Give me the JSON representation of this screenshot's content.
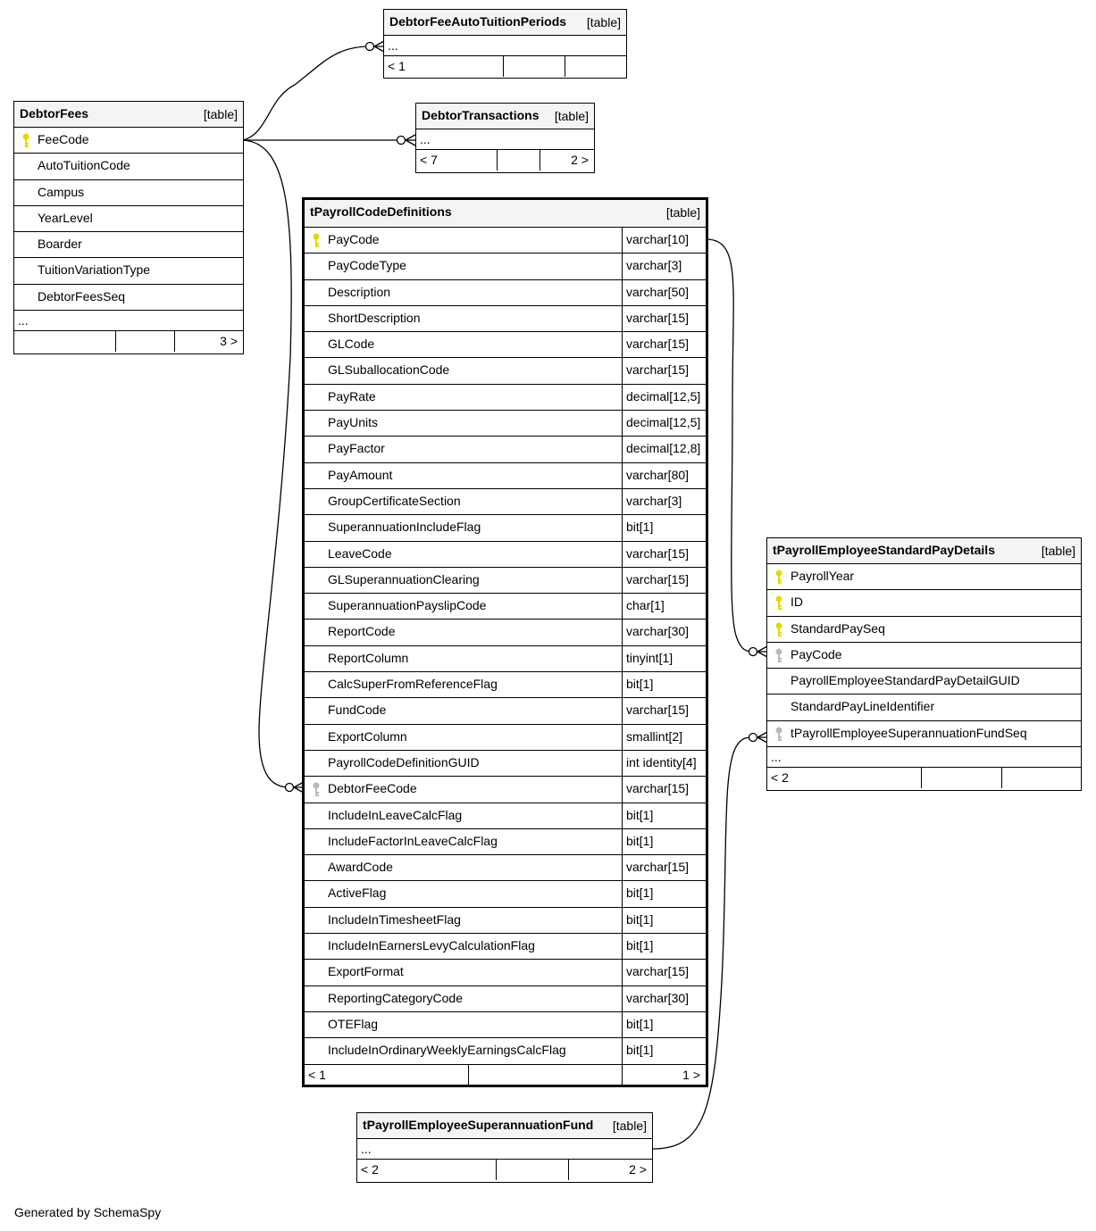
{
  "tables": {
    "debtorFeeAutoTuitionPeriods": {
      "name": "DebtorFeeAutoTuitionPeriods",
      "type": "[table]",
      "ellipsis": "...",
      "foot_left": "< 1",
      "foot_right": ""
    },
    "debtorTransactions": {
      "name": "DebtorTransactions",
      "type": "[table]",
      "ellipsis": "...",
      "foot_left": "< 7",
      "foot_right": "2 >"
    },
    "debtorFees": {
      "name": "DebtorFees",
      "type": "[table]",
      "ellipsis": "...",
      "foot_left": "",
      "foot_right": "3 >",
      "columns": [
        {
          "name": "FeeCode",
          "key": "pk"
        },
        {
          "name": "AutoTuitionCode",
          "key": ""
        },
        {
          "name": "Campus",
          "key": ""
        },
        {
          "name": "YearLevel",
          "key": ""
        },
        {
          "name": "Boarder",
          "key": ""
        },
        {
          "name": "TuitionVariationType",
          "key": ""
        },
        {
          "name": "DebtorFeesSeq",
          "key": ""
        }
      ]
    },
    "tPayrollCodeDefinitions": {
      "name": "tPayrollCodeDefinitions",
      "type": "[table]",
      "foot_left": "< 1",
      "foot_right": "1 >",
      "columns": [
        {
          "name": "PayCode",
          "type": "varchar[10]",
          "key": "pk"
        },
        {
          "name": "PayCodeType",
          "type": "varchar[3]",
          "key": ""
        },
        {
          "name": "Description",
          "type": "varchar[50]",
          "key": ""
        },
        {
          "name": "ShortDescription",
          "type": "varchar[15]",
          "key": ""
        },
        {
          "name": "GLCode",
          "type": "varchar[15]",
          "key": ""
        },
        {
          "name": "GLSuballocationCode",
          "type": "varchar[15]",
          "key": ""
        },
        {
          "name": "PayRate",
          "type": "decimal[12,5]",
          "key": ""
        },
        {
          "name": "PayUnits",
          "type": "decimal[12,5]",
          "key": ""
        },
        {
          "name": "PayFactor",
          "type": "decimal[12,8]",
          "key": ""
        },
        {
          "name": "PayAmount",
          "type": "varchar[80]",
          "key": ""
        },
        {
          "name": "GroupCertificateSection",
          "type": "varchar[3]",
          "key": ""
        },
        {
          "name": "SuperannuationIncludeFlag",
          "type": "bit[1]",
          "key": ""
        },
        {
          "name": "LeaveCode",
          "type": "varchar[15]",
          "key": ""
        },
        {
          "name": "GLSuperannuationClearing",
          "type": "varchar[15]",
          "key": ""
        },
        {
          "name": "SuperannuationPayslipCode",
          "type": "char[1]",
          "key": ""
        },
        {
          "name": "ReportCode",
          "type": "varchar[30]",
          "key": ""
        },
        {
          "name": "ReportColumn",
          "type": "tinyint[1]",
          "key": ""
        },
        {
          "name": "CalcSuperFromReferenceFlag",
          "type": "bit[1]",
          "key": ""
        },
        {
          "name": "FundCode",
          "type": "varchar[15]",
          "key": ""
        },
        {
          "name": "ExportColumn",
          "type": "smallint[2]",
          "key": ""
        },
        {
          "name": "PayrollCodeDefinitionGUID",
          "type": "int identity[4]",
          "key": ""
        },
        {
          "name": "DebtorFeeCode",
          "type": "varchar[15]",
          "key": "fk"
        },
        {
          "name": "IncludeInLeaveCalcFlag",
          "type": "bit[1]",
          "key": ""
        },
        {
          "name": "IncludeFactorInLeaveCalcFlag",
          "type": "bit[1]",
          "key": ""
        },
        {
          "name": "AwardCode",
          "type": "varchar[15]",
          "key": ""
        },
        {
          "name": "ActiveFlag",
          "type": "bit[1]",
          "key": ""
        },
        {
          "name": "IncludeInTimesheetFlag",
          "type": "bit[1]",
          "key": ""
        },
        {
          "name": "IncludeInEarnersLevyCalculationFlag",
          "type": "bit[1]",
          "key": ""
        },
        {
          "name": "ExportFormat",
          "type": "varchar[15]",
          "key": ""
        },
        {
          "name": "ReportingCategoryCode",
          "type": "varchar[30]",
          "key": ""
        },
        {
          "name": "OTEFlag",
          "type": "bit[1]",
          "key": ""
        },
        {
          "name": "IncludeInOrdinaryWeeklyEarningsCalcFlag",
          "type": "bit[1]",
          "key": ""
        }
      ]
    },
    "tPayrollEmployeeStandardPayDetails": {
      "name": "tPayrollEmployeeStandardPayDetails",
      "type": "[table]",
      "ellipsis": "...",
      "foot_left": "< 2",
      "foot_right": "",
      "columns": [
        {
          "name": "PayrollYear",
          "key": "pk"
        },
        {
          "name": "ID",
          "key": "pk"
        },
        {
          "name": "StandardPaySeq",
          "key": "pk"
        },
        {
          "name": "PayCode",
          "key": "fk"
        },
        {
          "name": "PayrollEmployeeStandardPayDetailGUID",
          "key": ""
        },
        {
          "name": "StandardPayLineIdentifier",
          "key": ""
        },
        {
          "name": "tPayrollEmployeeSuperannuationFundSeq",
          "key": "fk"
        }
      ]
    },
    "tPayrollEmployeeSuperannuationFund": {
      "name": "tPayrollEmployeeSuperannuationFund",
      "type": "[table]",
      "ellipsis": "...",
      "foot_left": "< 2",
      "foot_right": "2 >"
    }
  },
  "footer": "Generated by SchemaSpy",
  "colors": {
    "pk_key": "#e8d800",
    "fk_key": "#b8b8b8",
    "header_bg": "#f4f4f4"
  }
}
